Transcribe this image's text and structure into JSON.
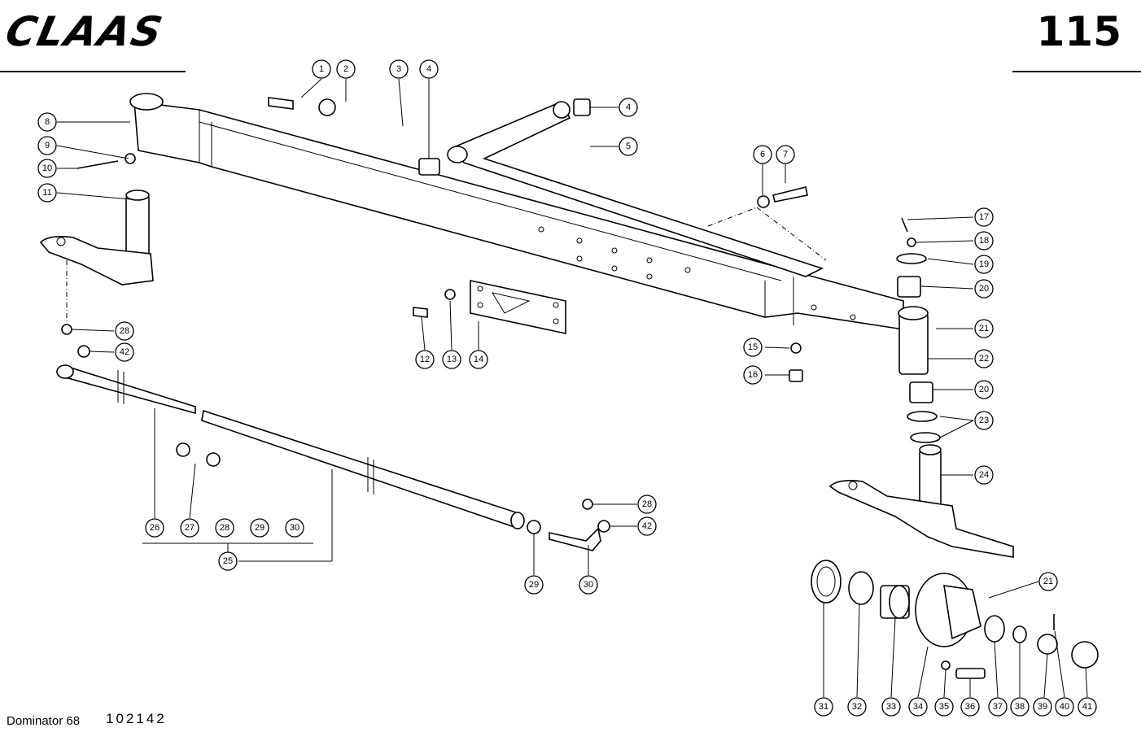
{
  "header": {
    "brand": "CLAAS",
    "page_number": "115"
  },
  "footer": {
    "model": "Dominator 68",
    "document_number": "102142"
  },
  "callouts": [
    {
      "id": "c1",
      "label": "1"
    },
    {
      "id": "c2",
      "label": "2"
    },
    {
      "id": "c3",
      "label": "3"
    },
    {
      "id": "c4a",
      "label": "4"
    },
    {
      "id": "c4b",
      "label": "4"
    },
    {
      "id": "c5",
      "label": "5"
    },
    {
      "id": "c6",
      "label": "6"
    },
    {
      "id": "c7",
      "label": "7"
    },
    {
      "id": "c8",
      "label": "8"
    },
    {
      "id": "c9",
      "label": "9"
    },
    {
      "id": "c10",
      "label": "10"
    },
    {
      "id": "c11",
      "label": "11"
    },
    {
      "id": "c12",
      "label": "12"
    },
    {
      "id": "c13",
      "label": "13"
    },
    {
      "id": "c14",
      "label": "14"
    },
    {
      "id": "c15",
      "label": "15"
    },
    {
      "id": "c16",
      "label": "16"
    },
    {
      "id": "c17",
      "label": "17"
    },
    {
      "id": "c18",
      "label": "18"
    },
    {
      "id": "c19",
      "label": "19"
    },
    {
      "id": "c20a",
      "label": "20"
    },
    {
      "id": "c21a",
      "label": "21"
    },
    {
      "id": "c22",
      "label": "22"
    },
    {
      "id": "c20b",
      "label": "20"
    },
    {
      "id": "c23",
      "label": "23"
    },
    {
      "id": "c24",
      "label": "24"
    },
    {
      "id": "c28a",
      "label": "28"
    },
    {
      "id": "c42a",
      "label": "42"
    },
    {
      "id": "c26",
      "label": "26"
    },
    {
      "id": "c27",
      "label": "27"
    },
    {
      "id": "c28b",
      "label": "28"
    },
    {
      "id": "c29a",
      "label": "29"
    },
    {
      "id": "c30a",
      "label": "30"
    },
    {
      "id": "c25",
      "label": "25"
    },
    {
      "id": "c28c",
      "label": "28"
    },
    {
      "id": "c42b",
      "label": "42"
    },
    {
      "id": "c29b",
      "label": "29"
    },
    {
      "id": "c30b",
      "label": "30"
    },
    {
      "id": "c21b",
      "label": "21"
    },
    {
      "id": "c31",
      "label": "31"
    },
    {
      "id": "c32",
      "label": "32"
    },
    {
      "id": "c33",
      "label": "33"
    },
    {
      "id": "c34",
      "label": "34"
    },
    {
      "id": "c35",
      "label": "35"
    },
    {
      "id": "c36",
      "label": "36"
    },
    {
      "id": "c37",
      "label": "37"
    },
    {
      "id": "c38",
      "label": "38"
    },
    {
      "id": "c39",
      "label": "39"
    },
    {
      "id": "c40",
      "label": "40"
    },
    {
      "id": "c41",
      "label": "41"
    }
  ]
}
